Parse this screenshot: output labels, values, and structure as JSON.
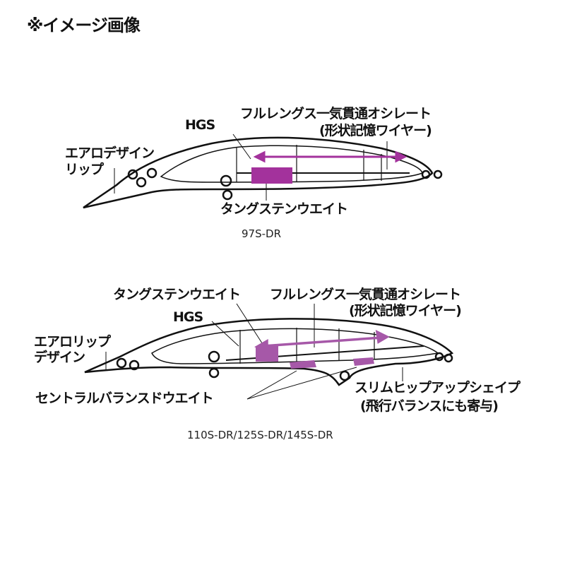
{
  "title": "※イメージ画像",
  "colors": {
    "weight_97": "#a3329c",
    "weight_110": "#a658a8",
    "outline": "#111111"
  },
  "diagram_97": {
    "model": "97S-DR",
    "labels": {
      "hgs": "HGS",
      "wire_line1": "フルレングス一気貫通オシレート",
      "wire_line2": "(形状記憶ワイヤー)",
      "lip_line1": "エアロデザイン",
      "lip_line2": "リップ",
      "tungsten": "タングステンウエイト"
    }
  },
  "diagram_110": {
    "model": "110S-DR/125S-DR/145S-DR",
    "labels": {
      "tungsten": "タングステンウエイト",
      "wire_line1": "フルレングス一気貫通オシレート",
      "wire_line2": "(形状記憶ワイヤー)",
      "hgs": "HGS",
      "lip_line1": "エアロリップ",
      "lip_line2": "デザイン",
      "central": "セントラルバランスドウエイト",
      "shape_line1": "スリムヒップアップシェイプ",
      "shape_line2": "(飛行バランスにも寄与)"
    }
  }
}
